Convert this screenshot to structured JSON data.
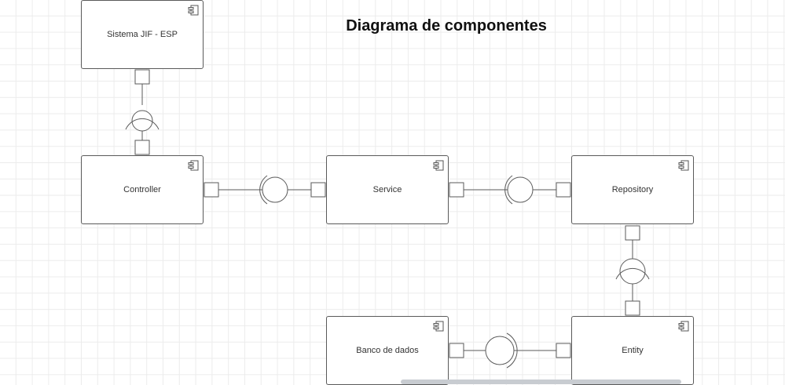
{
  "diagram": {
    "title": "Diagrama de componentes",
    "components": {
      "sistema": "Sistema JIF - ESP",
      "controller": "Controller",
      "service": "Service",
      "repository": "Repository",
      "entity": "Entity",
      "banco": "Banco de dados"
    },
    "connections": [
      {
        "from": "sistema",
        "to": "controller",
        "kind": "interface"
      },
      {
        "from": "controller",
        "to": "service",
        "kind": "interface"
      },
      {
        "from": "service",
        "to": "repository",
        "kind": "interface"
      },
      {
        "from": "repository",
        "to": "entity",
        "kind": "interface"
      },
      {
        "from": "entity",
        "to": "banco",
        "kind": "interface"
      }
    ],
    "icons": {
      "component": "component-icon"
    },
    "colors": {
      "stroke": "#5a5a5a",
      "grid": "#ececec",
      "text": "#333333"
    }
  }
}
